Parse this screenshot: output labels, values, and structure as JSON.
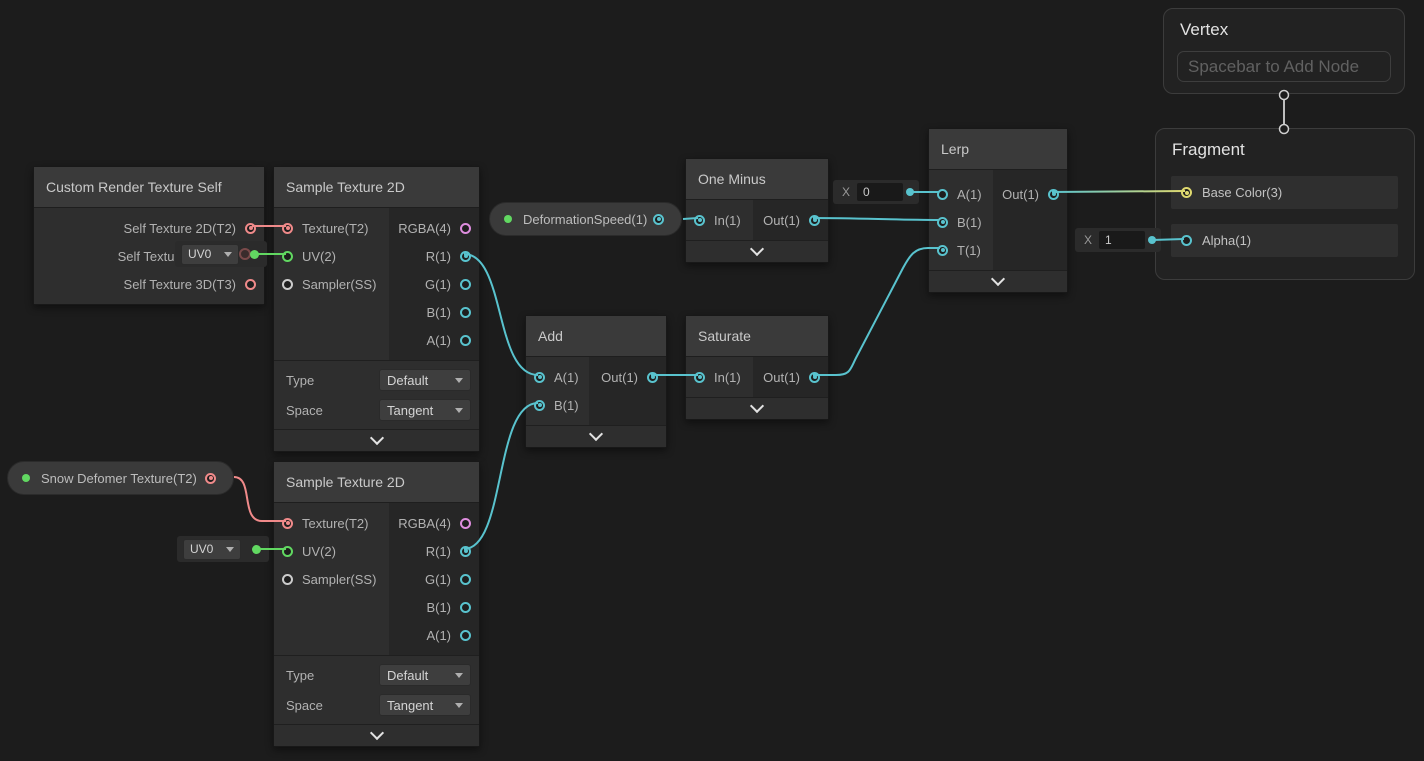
{
  "colors": {
    "canvas": "#1C1C1C",
    "node_body": "#2E2E2E",
    "node_title": "#3A3A3A",
    "accent_cyan": "#59C3CE",
    "accent_salmon": "#F08A8A",
    "accent_green": "#61D861",
    "accent_yellow": "#DFD96F",
    "accent_magenta": "#DE8DDE",
    "accent_gray": "#CCCCCC"
  },
  "properties": {
    "deformation_speed": {
      "label": "DeformationSpeed(1)"
    },
    "snow_deformer": {
      "label": "Snow Defomer Texture(T2)"
    }
  },
  "nodes": {
    "custom_render": {
      "title": "Custom Render Texture Self",
      "outputs": [
        {
          "label": "Self Texture 2D(T2)"
        },
        {
          "label": "Self Texture"
        },
        {
          "label": "Self Texture 3D(T3)"
        }
      ]
    },
    "sample_top": {
      "title": "Sample Texture 2D",
      "inputs": [
        {
          "label": "Texture(T2)"
        },
        {
          "label": "UV(2)"
        },
        {
          "label": "Sampler(SS)"
        }
      ],
      "outputs": [
        {
          "label": "RGBA(4)"
        },
        {
          "label": "R(1)"
        },
        {
          "label": "G(1)"
        },
        {
          "label": "B(1)"
        },
        {
          "label": "A(1)"
        }
      ],
      "controls": [
        {
          "label": "Type",
          "value": "Default"
        },
        {
          "label": "Space",
          "value": "Tangent"
        }
      ]
    },
    "sample_bottom": {
      "title": "Sample Texture 2D",
      "inputs": [
        {
          "label": "Texture(T2)"
        },
        {
          "label": "UV(2)"
        },
        {
          "label": "Sampler(SS)"
        }
      ],
      "outputs": [
        {
          "label": "RGBA(4)"
        },
        {
          "label": "R(1)"
        },
        {
          "label": "G(1)"
        },
        {
          "label": "B(1)"
        },
        {
          "label": "A(1)"
        }
      ],
      "controls": [
        {
          "label": "Type",
          "value": "Default"
        },
        {
          "label": "Space",
          "value": "Tangent"
        }
      ]
    },
    "one_minus": {
      "title": "One Minus",
      "input": "In(1)",
      "output": "Out(1)"
    },
    "add": {
      "title": "Add",
      "input_a": "A(1)",
      "input_b": "B(1)",
      "output": "Out(1)"
    },
    "saturate": {
      "title": "Saturate",
      "input": "In(1)",
      "output": "Out(1)"
    },
    "lerp": {
      "title": "Lerp",
      "input_a": "A(1)",
      "input_b": "B(1)",
      "input_t": "T(1)",
      "output": "Out(1)"
    },
    "vertex": {
      "title": "Vertex",
      "placeholder": "Spacebar to Add Node"
    },
    "fragment": {
      "title": "Fragment",
      "outputs": [
        {
          "label": "Base Color(3)"
        },
        {
          "label": "Alpha(1)"
        }
      ]
    }
  },
  "widgets": {
    "uv_top": {
      "value": "UV0"
    },
    "uv_bottom": {
      "value": "UV0"
    },
    "x_a": {
      "label": "X",
      "value": "0"
    },
    "x_alpha": {
      "label": "X",
      "value": "1"
    }
  }
}
